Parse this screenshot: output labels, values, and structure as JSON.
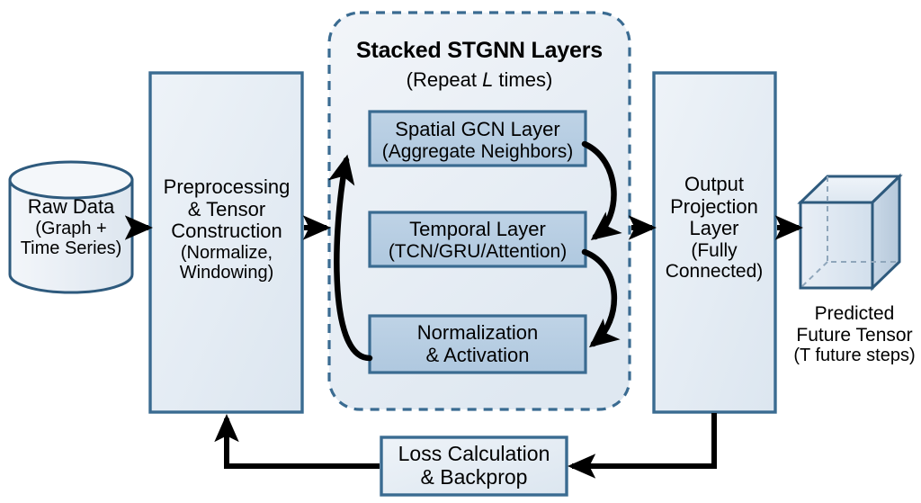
{
  "diagram": {
    "title": "STGNN Pipeline Flow Diagram",
    "colors": {
      "box_fill": "#e3eaf3",
      "inner_box_fill": "#b7cde2",
      "border": "#3a6b91",
      "dashed_border": "#3a6b91",
      "arrow": "#000000",
      "cylinder_fill": "#eef2f7",
      "cube_fill": "#dde7f1",
      "cube_side_fill": "#c6d5e4",
      "background": "#ffffff"
    },
    "nodes": {
      "raw_data": {
        "shape": "cylinder",
        "line1": "Raw Data",
        "line2": "(Graph +",
        "line3": "Time Series)"
      },
      "preprocessing": {
        "shape": "rect",
        "line1": "Preprocessing",
        "line2": "& Tensor",
        "line3": "Construction",
        "line4": "(Normalize,",
        "line5": "Windowing)"
      },
      "stgnn_container": {
        "shape": "dashed-rounded-rect",
        "title": "Stacked STGNN Layers",
        "subtitle_pre": "(Repeat ",
        "subtitle_italic": "L",
        "subtitle_post": " times)"
      },
      "spatial_gcn": {
        "shape": "rect",
        "line1": "Spatial GCN Layer",
        "line2": "(Aggregate Neighbors)"
      },
      "temporal": {
        "shape": "rect",
        "line1": "Temporal Layer",
        "line2": "(TCN/GRU/Attention)"
      },
      "normalization": {
        "shape": "rect",
        "line1": "Normalization",
        "line2": "& Activation"
      },
      "output_projection": {
        "shape": "rect",
        "line1": "Output",
        "line2": "Projection",
        "line3": "Layer",
        "line4": "(Fully",
        "line5": "Connected)"
      },
      "predicted_tensor": {
        "shape": "cube",
        "line1": "Predicted",
        "line2": "Future Tensor",
        "line3": "(T future steps)"
      },
      "loss": {
        "shape": "rect",
        "line1": "Loss Calculation",
        "line2": "& Backprop"
      }
    },
    "edges": [
      {
        "name": "raw-to-preprocessing",
        "from": "raw_data",
        "to": "preprocessing",
        "style": "straight-arrow"
      },
      {
        "name": "preprocessing-to-stgnn",
        "from": "preprocessing",
        "to": "stgnn_container",
        "style": "straight-arrow"
      },
      {
        "name": "norm-to-gcn",
        "from": "normalization",
        "to": "spatial_gcn",
        "style": "curved-arrow-left"
      },
      {
        "name": "gcn-to-temporal",
        "from": "spatial_gcn",
        "to": "temporal",
        "style": "curved-arrow-right"
      },
      {
        "name": "temporal-to-norm",
        "from": "temporal",
        "to": "normalization",
        "style": "curved-arrow-right"
      },
      {
        "name": "stgnn-to-output",
        "from": "stgnn_container",
        "to": "output_projection",
        "style": "straight-arrow"
      },
      {
        "name": "output-to-tensor",
        "from": "output_projection",
        "to": "predicted_tensor",
        "style": "straight-arrow"
      },
      {
        "name": "output-to-loss",
        "from": "output_projection",
        "to": "loss",
        "style": "elbow-arrow"
      },
      {
        "name": "loss-to-preprocessing",
        "from": "loss",
        "to": "preprocessing",
        "style": "elbow-arrow-feedback"
      }
    ]
  }
}
